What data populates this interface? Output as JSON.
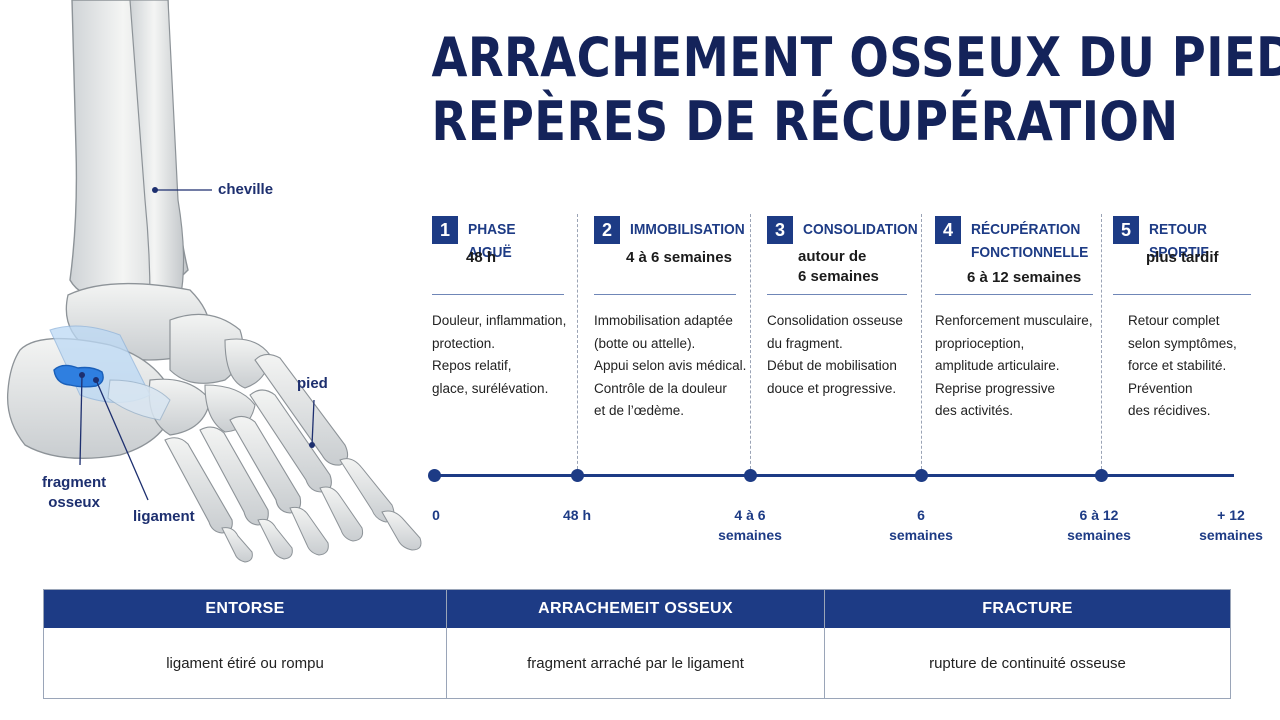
{
  "title": {
    "line1": "ARRACHEMENT OSSEUX DU PIED :",
    "line2": "REPÈRES DE RÉCUPÉRATION"
  },
  "illustration": {
    "labels": {
      "cheville": "cheville",
      "pied": "pied",
      "fragment": "fragment\nosseux",
      "ligament": "ligament"
    },
    "colors": {
      "fragment": "#2f7fe0",
      "ligament": "#bcd9f5"
    }
  },
  "phases": [
    {
      "number": "1",
      "name": "PHASE AIGUË",
      "duration": "48 h",
      "description": [
        "Douleur, inflammation,",
        "protection.",
        "Repos relatif,",
        "glace, surélévation."
      ]
    },
    {
      "number": "2",
      "name": "IMMOBILISATION",
      "duration": "4 à 6 semaines",
      "description": [
        "Immobilisation adaptée",
        "(botte ou attelle).",
        "Appui selon avis médical.",
        "Contrôle de la douleur",
        "et de l’œdème."
      ]
    },
    {
      "number": "3",
      "name": "CONSOLIDATION",
      "duration": "autour de\n6 semaines",
      "description": [
        "Consolidation osseuse",
        "du fragment.",
        "Début de mobilisation",
        "douce et progressive."
      ]
    },
    {
      "number": "4",
      "name": "RÉCUPÉRATION\nFONCTIONNELLE",
      "duration": "6 à 12 semaines",
      "description": [
        "Renforcement musculaire,",
        "proprioception,",
        "amplitude articulaire.",
        "Reprise progressive",
        "des activités."
      ]
    },
    {
      "number": "5",
      "name": "RETOUR SPORTIF",
      "duration": "plus tardif",
      "description": [
        "Retour complet",
        "selon symptômes,",
        "force et stabilité.",
        "Prévention",
        "des récidives."
      ]
    }
  ],
  "timeline": {
    "color": "#1d3b85",
    "ticks": [
      "0",
      "48 h",
      "4 à 6\nsemaines",
      "6\nsemaines",
      "6 à 12\nsemaines",
      "+ 12\nsemaines"
    ]
  },
  "comparison": {
    "header_color": "#1d3b85",
    "columns": [
      {
        "header": "ENTORSE",
        "text": "ligament étiré ou rompu"
      },
      {
        "header": "ARRACHEMEIT OSSEUX",
        "text": "fragment arraché par le ligament"
      },
      {
        "header": "FRACTURE",
        "text": "rupture de continuité osseuse"
      }
    ]
  }
}
